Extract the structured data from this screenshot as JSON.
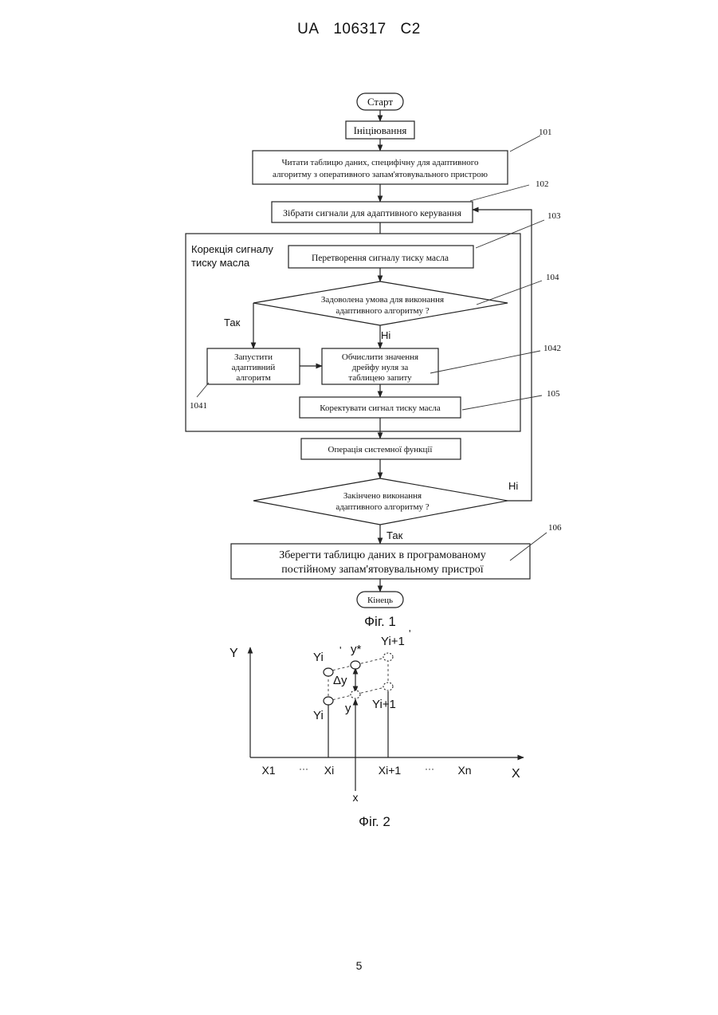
{
  "header": {
    "country": "UA",
    "number": "106317",
    "kind": "C2"
  },
  "page_number": "5",
  "fig1": {
    "caption": "Фіг. 1",
    "start": "Старт",
    "init": "Ініціювання",
    "read_table_line1": "Читати таблицю даних, специфічну для адаптивного",
    "read_table_line2": "алгоритму з оперативного запам'ятовувального пристрою",
    "collect": "Зібрати сигнали для адаптивного керування",
    "group_label_line1": "Корекція сигналу",
    "group_label_line2": "тиску масла",
    "convert": "Перетворення сигналу тиску масла",
    "cond_line1": "Задоволена умова для виконання",
    "cond_line2": "адаптивного алгоритму ?",
    "yes": "Так",
    "no": "Ні",
    "run_line1": "Запустити",
    "run_line2": "адаптивний",
    "run_line3": "алгоритм",
    "calc_line1": "Обчислити значення",
    "calc_line2": "дрейфу нуля за",
    "calc_line3": "таблицею запиту",
    "correct": "Коректувати сигнал тиску масла",
    "sysop": "Операція системної функції",
    "done_line1": "Закінчено виконання",
    "done_line2": "адаптивного алгоритму ?",
    "no2": "Ні",
    "yes2": "Так",
    "save_line1": "Зберегти таблицю даних в програмованому",
    "save_line2": "постійному запам'ятовувальному пристрої",
    "end": "Кінець",
    "refs": {
      "r101": "101",
      "r102": "102",
      "r103": "103",
      "r104": "104",
      "r1041": "1041",
      "r1042": "1042",
      "r105": "105",
      "r106": "106"
    }
  },
  "fig2": {
    "caption": "Фіг. 2",
    "y_axis": "Y",
    "x_axis": "X",
    "x_ticks": [
      "X1",
      "···",
      "Xi",
      "Xi+1",
      "···",
      "Xn"
    ],
    "x_arrow": "x",
    "label_yi_prime": "Yi",
    "prime1": "'",
    "label_ystar": "y*",
    "label_yi1_prime": "Yi+1",
    "prime2": "'",
    "label_delta": "Δy",
    "label_yi": "Yi",
    "label_y": "y",
    "label_yi1": "Yi+1"
  }
}
